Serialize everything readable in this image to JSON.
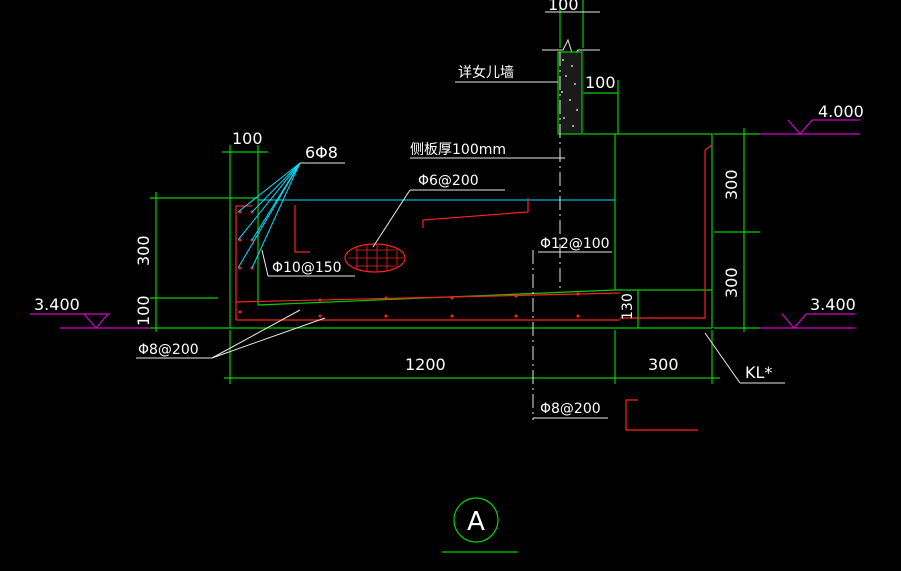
{
  "dimensions": {
    "top_wall_width": "100",
    "parapet_thickness": "100",
    "left_flange": "100",
    "left_height_upper": "300",
    "left_height_lower": "100",
    "right_height_upper": "300",
    "right_height_lower": "300",
    "slab_thickness": "130",
    "main_span": "1200",
    "beam_width": "300"
  },
  "labels": {
    "parapet": "详女儿墙",
    "bars_6phi8": "6Φ8",
    "side_plate": "侧板厚100mm",
    "phi6_200": "Φ6@200",
    "phi12_100": "Φ12@100",
    "phi10_150": "Φ10@150",
    "phi8_200_left": "Φ8@200",
    "phi8_200_bottom": "Φ8@200",
    "beam": "KL*"
  },
  "elevations": {
    "top_right": "4.000",
    "left": "3.400",
    "right": "3.400"
  },
  "section": {
    "mark": "A"
  },
  "colors": {
    "concrete": "#00d000",
    "rebar": "#ff2020",
    "leader": "#e8e8e8",
    "elevation": "#d000d0",
    "tie": "#00e0ff"
  }
}
